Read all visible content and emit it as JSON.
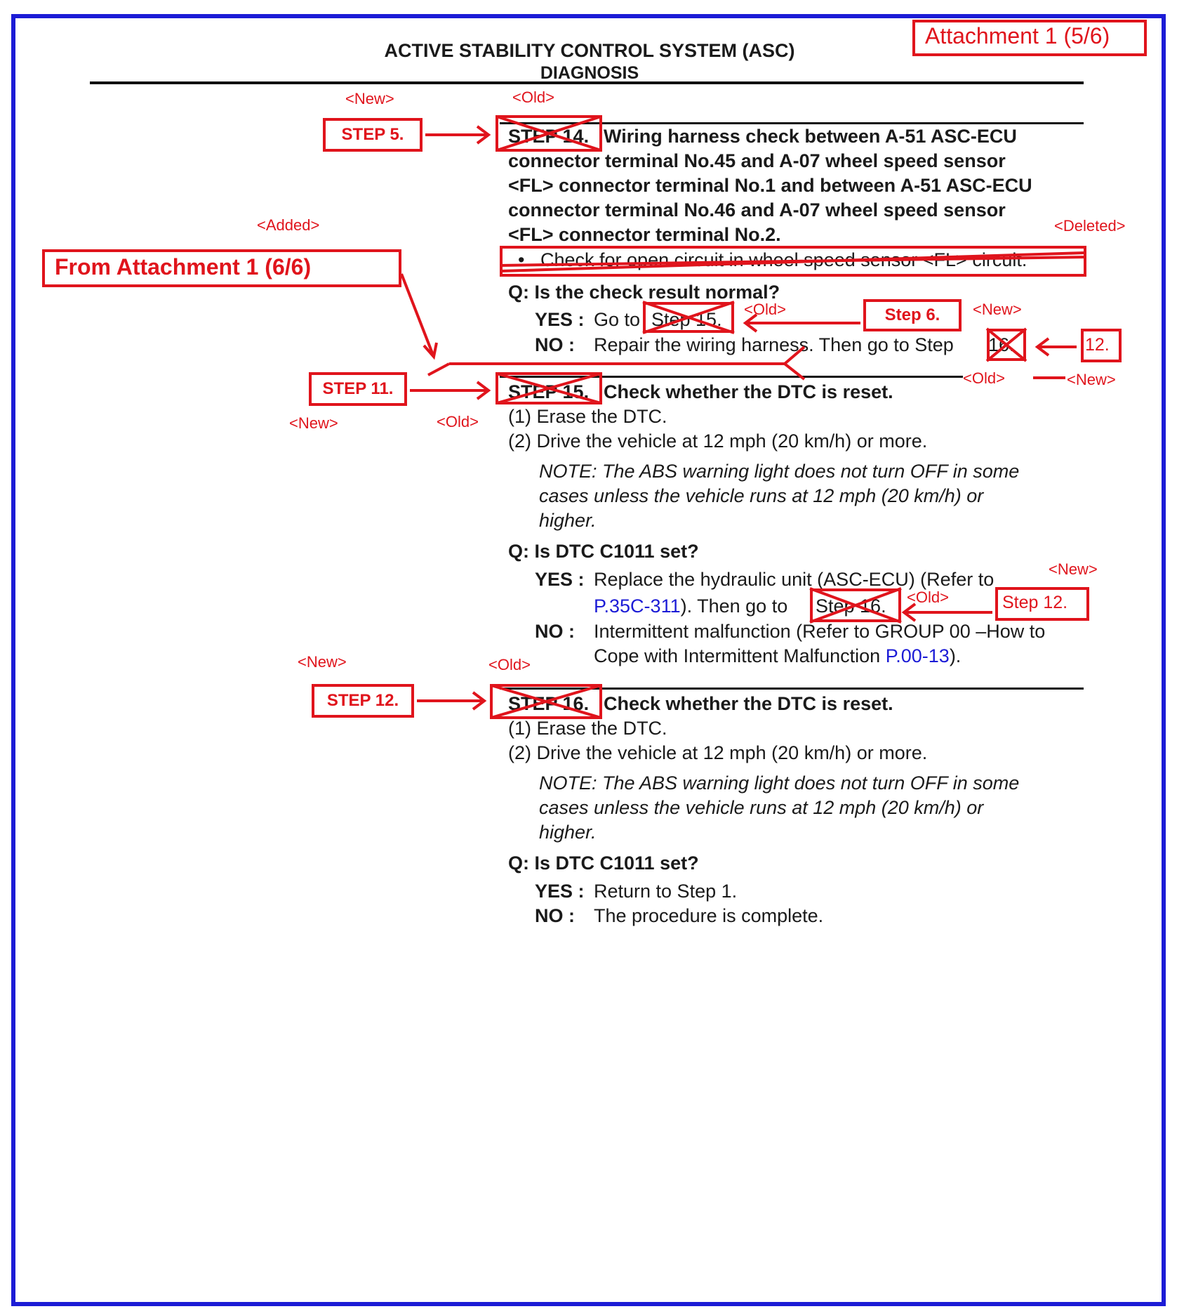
{
  "header": {
    "title": "ACTIVE STABILITY CONTROL SYSTEM (ASC)",
    "subtitle": "DIAGNOSIS",
    "attachment": "Attachment 1 (5/6)"
  },
  "annotations": {
    "new": "<New>",
    "old": "<Old>",
    "added": "<Added>",
    "deleted": "<Deleted>",
    "from_attachment": "From Attachment 1 (6/6)",
    "step5": "STEP 5.",
    "step11": "STEP 11.",
    "step12": "STEP 12.",
    "step6": "Step 6.",
    "num12": "12.",
    "step12_small": "Step 12."
  },
  "step14": {
    "label": "STEP 14.",
    "line1": "Wiring harness check between A-51 ASC-ECU",
    "line2": "connector terminal No.45 and A-07 wheel speed sensor",
    "line3": "<FL> connector terminal No.1 and between A-51 ASC-ECU",
    "line4": "connector terminal No.46 and A-07 wheel speed sensor",
    "line5": "<FL> connector terminal No.2.",
    "bullet": "Check for open circuit in wheel speed sensor <FL> circuit.",
    "question": "Q: Is the check result normal?",
    "yes_label": "YES :",
    "yes_text": "Go to",
    "yes_step": "Step 15.",
    "no_label": "NO :",
    "no_text": "Repair the wiring harness. Then go to Step",
    "no_step": "16."
  },
  "step15": {
    "label": "STEP 15.",
    "title": "Check whether the DTC is reset.",
    "item1": "(1) Erase the DTC.",
    "item2": "(2) Drive the vehicle at 12 mph (20 km/h) or more.",
    "note1": "NOTE: The ABS warning light does not turn OFF in some",
    "note2": "cases unless the vehicle runs at 12 mph (20 km/h) or",
    "note3": "higher.",
    "question": "Q: Is DTC C1011 set?",
    "yes_label": "YES :",
    "yes_text1": "Replace the hydraulic unit (ASC-ECU) (Refer to",
    "yes_link": "P.35C-311",
    "yes_text2": "). Then go to",
    "yes_step": "Step 16.",
    "no_label": "NO :",
    "no_text1": "Intermittent malfunction (Refer to GROUP 00 –How to",
    "no_text2": "Cope with Intermittent Malfunction",
    "no_link": "P.00-13",
    "no_text3": ")."
  },
  "step16": {
    "label": "STEP 16.",
    "title": "Check whether the DTC is reset.",
    "item1": "(1) Erase the DTC.",
    "item2": "(2) Drive the vehicle at 12 mph (20 km/h) or more.",
    "note1": "NOTE: The ABS warning light does not turn OFF in some",
    "note2": "cases unless the vehicle runs at 12 mph (20 km/h) or",
    "note3": "higher.",
    "question": "Q: Is DTC C1011 set?",
    "yes_label": "YES :",
    "yes_text": "Return to Step 1.",
    "no_label": "NO :",
    "no_text": "The procedure is complete."
  },
  "colors": {
    "annotation_red": "#e0141c",
    "frame_blue": "#1c1cd6",
    "link_blue": "#1c1cd6"
  }
}
